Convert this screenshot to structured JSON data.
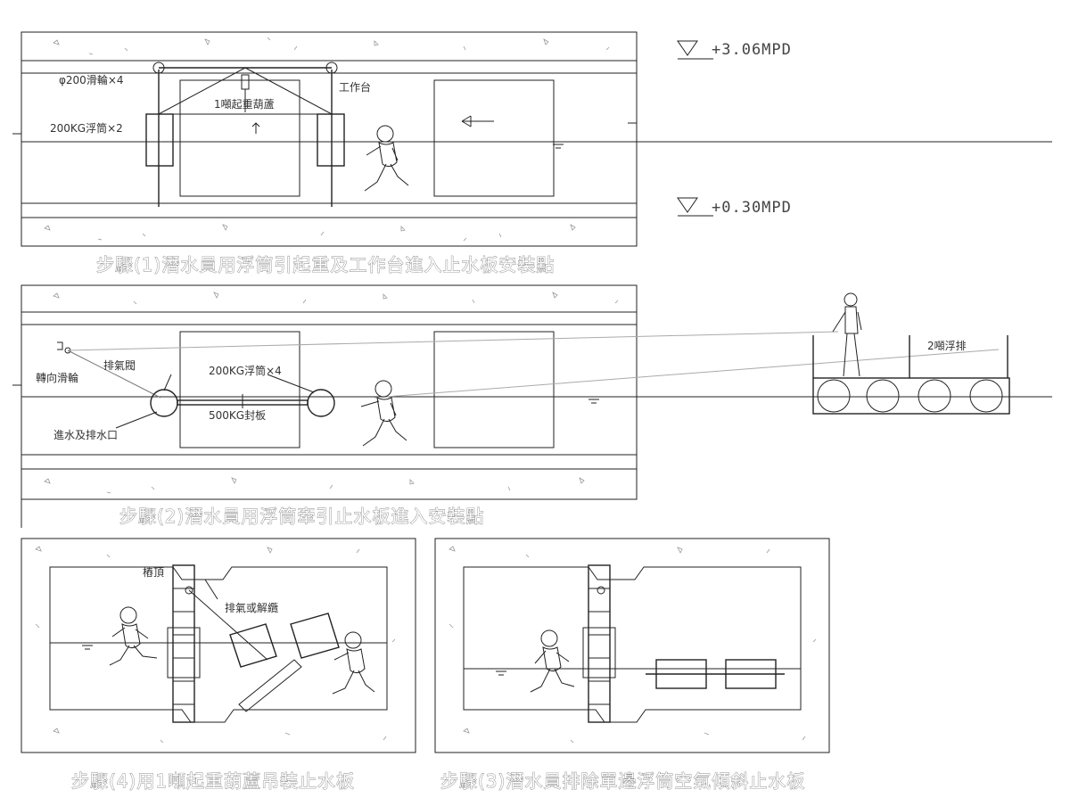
{
  "levels": {
    "high": "+3.06MPD",
    "low": "+0.30MPD"
  },
  "step1": {
    "caption": "步驟(1)潛水員用浮筒引起重及工作台進入止水板安裝點",
    "pulley": "φ200滑輪×4",
    "hoist": "1噸起重葫蘆",
    "platform": "工作台",
    "float": "200KG浮筒×2"
  },
  "step2": {
    "caption": "步驟(2)潛水員用浮筒牽引止水板進入安裝點",
    "turning_pulley": "轉向滑輪",
    "vent_valve": "排氣閥",
    "float": "200KG浮筒×4",
    "board": "500KG封板",
    "inlet": "進水及排水口",
    "pontoon": "2噸浮排"
  },
  "step4": {
    "caption": "步驟(4)用1噸起重葫蘆吊裝止水板",
    "pile_top": "樁頂",
    "vent_release": "排氣或解纜"
  },
  "step3": {
    "caption": "步驟(3)潛水員排除單邊浮筒空氣傾斜止水板"
  }
}
